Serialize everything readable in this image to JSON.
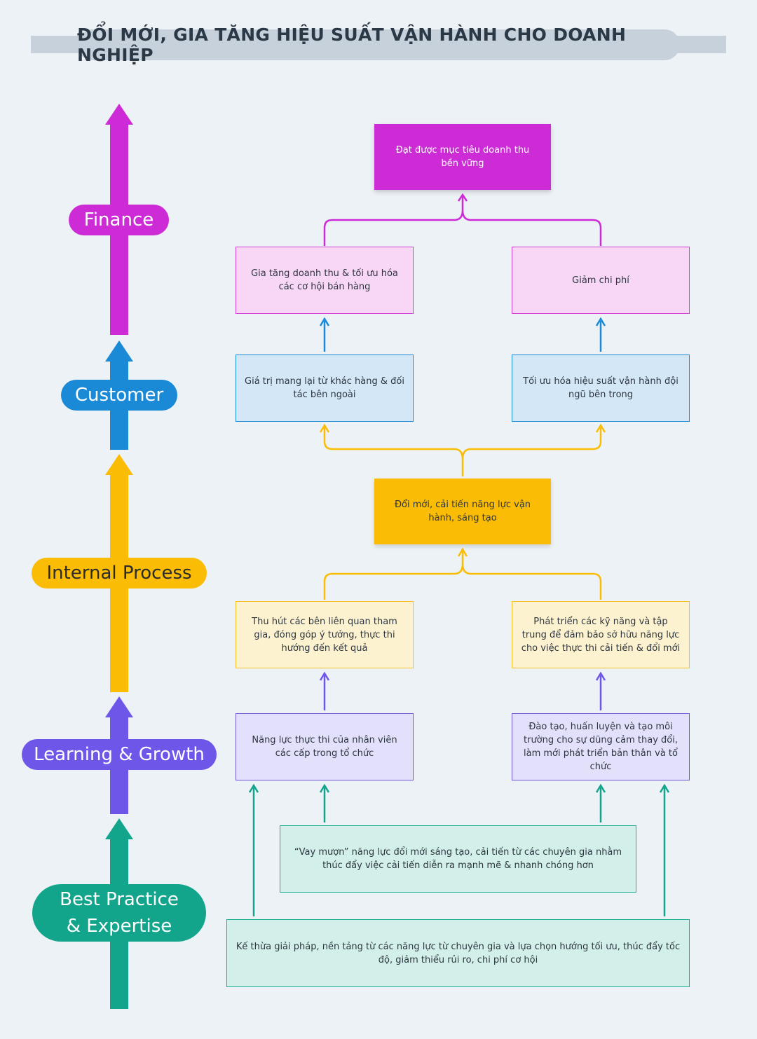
{
  "title": "ĐỔI MỚI, GIA TĂNG HIỆU SUẤT VẬN HÀNH CHO DOANH NGHIỆP",
  "colors": {
    "finance": "#cd2bd5",
    "customer": "#1a8ad6",
    "internal": "#fbbc06",
    "learning": "#6e56e8",
    "best": "#13a58c",
    "background": "#edf2f7"
  },
  "layers": {
    "finance": "Finance",
    "customer": "Customer",
    "internal": "Internal Process",
    "learning": "Learning & Growth",
    "best_line1": "Best Practice",
    "best_line2": "& Expertise"
  },
  "boxes": {
    "finance_goal": "Đạt được mục tiêu doanh thu bền vững",
    "finance_revenue": "Gia tăng doanh thu & tối ưu hóa các cơ hội bán hàng",
    "finance_cost": "Giảm chi phí",
    "customer_value": "Giá trị mang lại từ khác hàng & đối tác bên ngoài",
    "customer_internal": "Tối ưu hóa hiệu suất vận hành đội ngũ bên trong",
    "internal_innovation": "Đổi mới, cải tiến năng lực vận hành, sáng tạo",
    "internal_stakeholders": "Thu hút các bên liên quan tham gia, đóng góp ý tưởng, thực thi hướng đến kết quả",
    "internal_skills": "Phát triển các kỹ năng và tập trung để đảm bảo sở hữu năng lực cho việc thực thi cải tiến & đổi mới",
    "learning_capability": "Năng lực thực thi của nhân viên các cấp trong tổ chức",
    "learning_training": "Đào tạo, huấn luyện và tạo môi trường cho sự dũng cảm thay đổi, làm mới phát triển bản thân và tổ chức",
    "best_borrow": "“Vay mượn” năng lực đổi mới sáng tạo, cải tiến từ các chuyên gia nhằm thúc đẩy việc cải tiến diễn ra mạnh mẽ & nhanh chóng hơn",
    "best_inherit": "Kế thừa giải pháp, nền tảng từ các năng lực từ chuyên gia và lựa chọn hướng tối ưu, thúc đẩy tốc độ, giảm thiểu rủi ro, chi phí cơ hội"
  }
}
